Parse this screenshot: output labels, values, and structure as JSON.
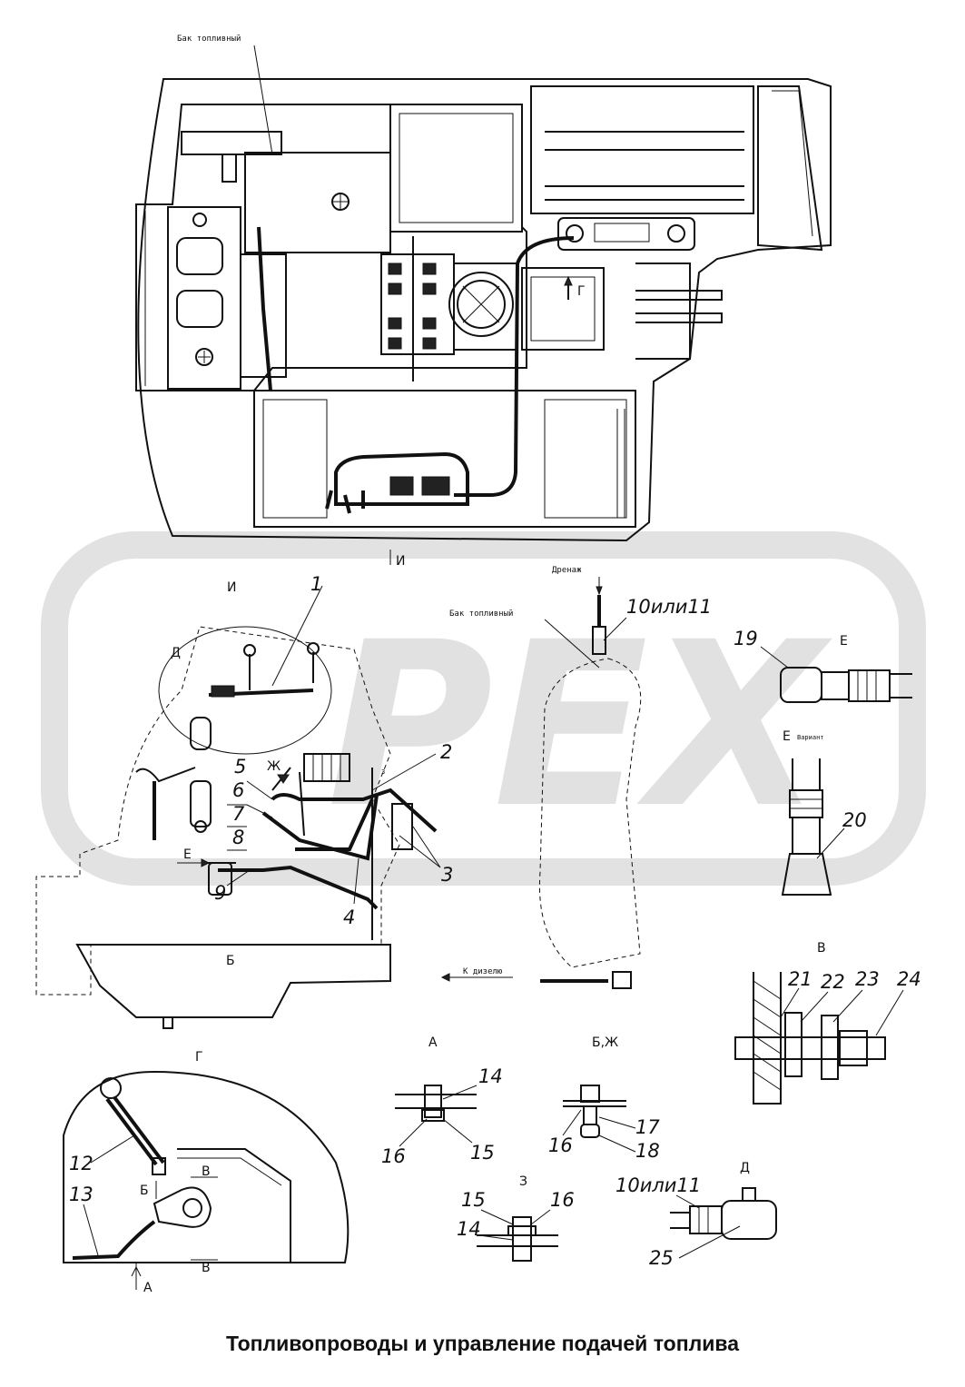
{
  "title": "Топливопроводы и управление подачей топлива",
  "watermark": "PEX",
  "notes": {
    "tank_top": "Бак топливный",
    "tank_mid": "Бак топливный",
    "drain": "Дренаж",
    "to_diesel": "К дизелю",
    "variant": "Вариант"
  },
  "views": {
    "I": "И",
    "I_arrow": "И",
    "D": "Д",
    "Zh": "Ж",
    "Z_small": "З",
    "E_arrow": "Е",
    "B": "Б",
    "E": "Е",
    "E2": "Е",
    "V": "В",
    "G": "Г",
    "G_arrow": "Г",
    "A": "А",
    "BZh": "Б,Ж",
    "Z": "З",
    "D2": "Д",
    "B_small": "Б",
    "V_top": "В",
    "V_bot": "В",
    "A_arrow": "А"
  },
  "callouts": {
    "n1": "1",
    "n2": "2",
    "n3": "3",
    "n4": "4",
    "n5": "5",
    "n6": "6",
    "n7": "7",
    "n8": "8",
    "n9": "9",
    "n10a": "10или11",
    "n10b": "10или11",
    "n12": "12",
    "n13": "13",
    "n14a": "14",
    "n14b": "14",
    "n15a": "15",
    "n15b": "15",
    "n16a": "16",
    "n16b": "16",
    "n16c": "16",
    "n17": "17",
    "n18": "18",
    "n19": "19",
    "n20": "20",
    "n21": "21",
    "n22": "22",
    "n23": "23",
    "n24": "24",
    "n25": "25"
  }
}
